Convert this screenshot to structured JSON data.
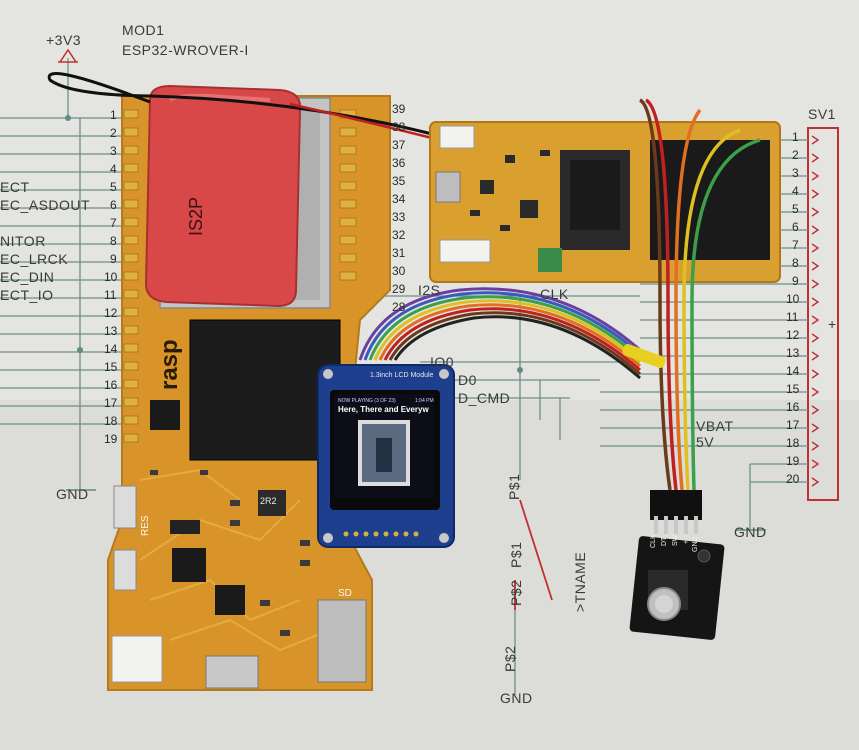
{
  "schematic": {
    "power_label": "+3V3",
    "module_ref": "MOD1",
    "module_name": "ESP32-WROVER-I",
    "gnd_left": "GND",
    "gnd_mid": "GND",
    "gnd_right": "GND",
    "connector_ref": "SV1",
    "connector_plus": "+",
    "tname": ">TNAME",
    "ps1_a": "P$1",
    "ps1_b": "P$1",
    "ps2_a": "P$2",
    "ps2_b": "P$2",
    "left_signals": [
      "ECT",
      "EC_ASDOUT",
      "NITOR",
      "EC_LRCK",
      "EC_DIN",
      "ECT_IO"
    ],
    "left_pins": [
      "1",
      "2",
      "3",
      "4",
      "5",
      "6",
      "7",
      "8",
      "9",
      "10",
      "11",
      "12",
      "13",
      "14",
      "15",
      "16",
      "17",
      "18",
      "19"
    ],
    "module_pins": [
      "39",
      "38",
      "37",
      "36",
      "35",
      "34",
      "33",
      "32",
      "31",
      "30",
      "29",
      "28"
    ],
    "mid_signals": [
      "IO0",
      "D0",
      "D_CMD",
      "CLK",
      "I2S"
    ],
    "right_signals": [
      "VBAT",
      "5V"
    ],
    "sv1_pins": [
      "1",
      "2",
      "3",
      "4",
      "5",
      "6",
      "7",
      "8",
      "9",
      "10",
      "11",
      "12",
      "13",
      "14",
      "15",
      "16",
      "17",
      "18",
      "19",
      "20"
    ]
  },
  "battery": {
    "label": "IS2P"
  },
  "lcd": {
    "module_title": "1.3inch LCD Module",
    "now_playing": "NOW PLAYING (3 OF 23)",
    "time": "1:04 PM",
    "song": "Here, There and Everyw"
  },
  "main_board": {
    "silk_brand": "rasp",
    "silk_res": "RES",
    "silk_sd": "SD",
    "silk_inductor": "2R2"
  },
  "encoder": {
    "pins": [
      "CLK",
      "DT",
      "SW",
      "+",
      "GND"
    ]
  },
  "colors": {
    "paper": "#e4e4e1",
    "pcb_orange": "#d99a2a",
    "pcb_dark": "#1a1a1a",
    "schematic_line": "#5f8a86",
    "schematic_red": "#c03030",
    "battery_red": "#d84545",
    "lcd_blue": "#1a3d8a"
  }
}
